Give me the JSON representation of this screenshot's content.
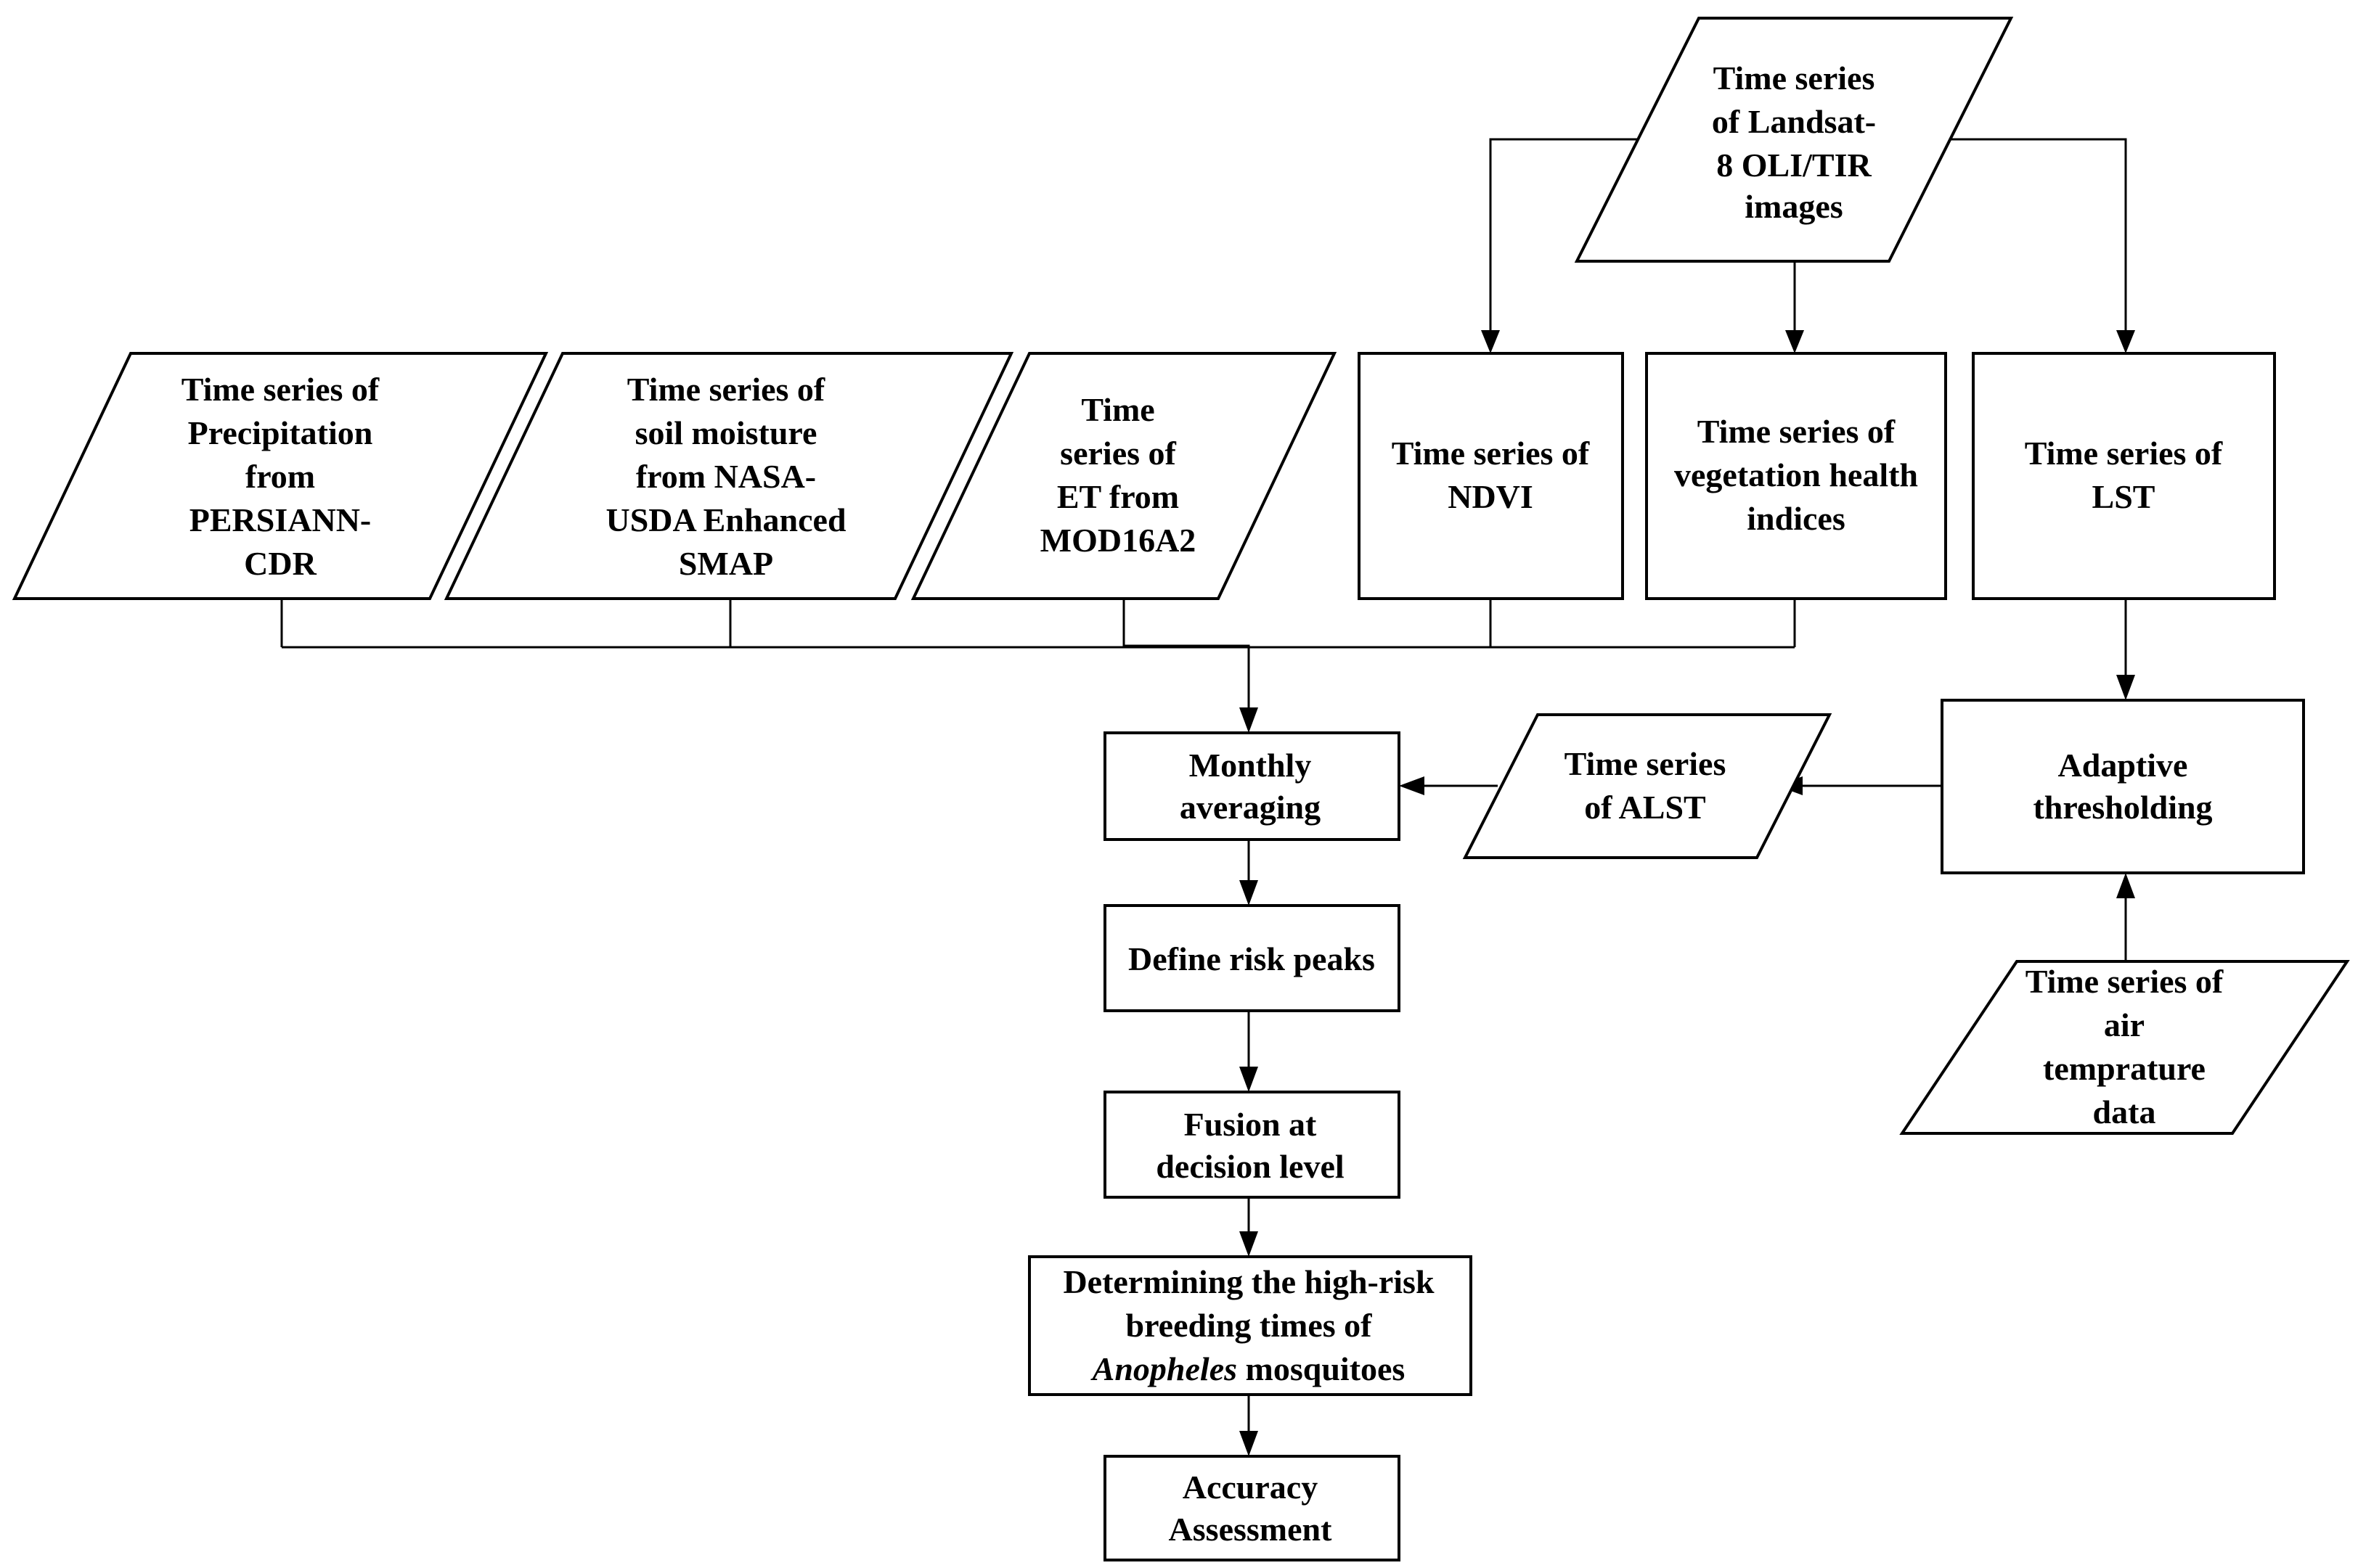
{
  "nodes": {
    "landsat": {
      "shape": "parallelogram",
      "lines": [
        "Time series",
        "of Landsat-",
        "8 OLI/TIR",
        "images"
      ]
    },
    "precip": {
      "shape": "parallelogram",
      "lines": [
        "Time series of",
        "Precipitation",
        "from",
        "PERSIANN-",
        "CDR"
      ]
    },
    "soil": {
      "shape": "parallelogram",
      "lines": [
        "Time series of",
        "soil moisture",
        "from NASA-",
        "USDA Enhanced",
        "SMAP"
      ]
    },
    "et": {
      "shape": "parallelogram",
      "lines": [
        "Time",
        "series of",
        "ET from",
        "MOD16A2"
      ]
    },
    "ndvi": {
      "shape": "rectangle",
      "lines": [
        "Time series of",
        "NDVI"
      ]
    },
    "vhi": {
      "shape": "rectangle",
      "lines": [
        "Time series of",
        "vegetation health",
        "indices"
      ]
    },
    "lst": {
      "shape": "rectangle",
      "lines": [
        "Time series of",
        "LST"
      ]
    },
    "monthly": {
      "shape": "rectangle",
      "lines": [
        "Monthly",
        "averaging"
      ]
    },
    "alst": {
      "shape": "parallelogram",
      "lines": [
        "Time series",
        "of  ALST"
      ]
    },
    "adaptive": {
      "shape": "rectangle",
      "lines": [
        "Adaptive",
        "thresholding"
      ]
    },
    "airtemp": {
      "shape": "parallelogram",
      "lines": [
        "Time series of",
        "air",
        "temprature",
        "data"
      ]
    },
    "peaks": {
      "shape": "rectangle",
      "lines": [
        "Define risk peaks"
      ]
    },
    "fusion": {
      "shape": "rectangle",
      "lines": [
        "Fusion at",
        "decision level"
      ]
    },
    "determine": {
      "shape": "rectangle",
      "lines": [
        "Determining the high-risk",
        "breeding times of"
      ],
      "last_line": {
        "italic": "Anopheles",
        "regular": " mosquitoes"
      }
    },
    "accuracy": {
      "shape": "rectangle",
      "lines": [
        "Accuracy",
        "Assessment"
      ]
    }
  },
  "colors": {
    "stroke": "#000000",
    "fill": "#ffffff",
    "text": "#000000"
  }
}
